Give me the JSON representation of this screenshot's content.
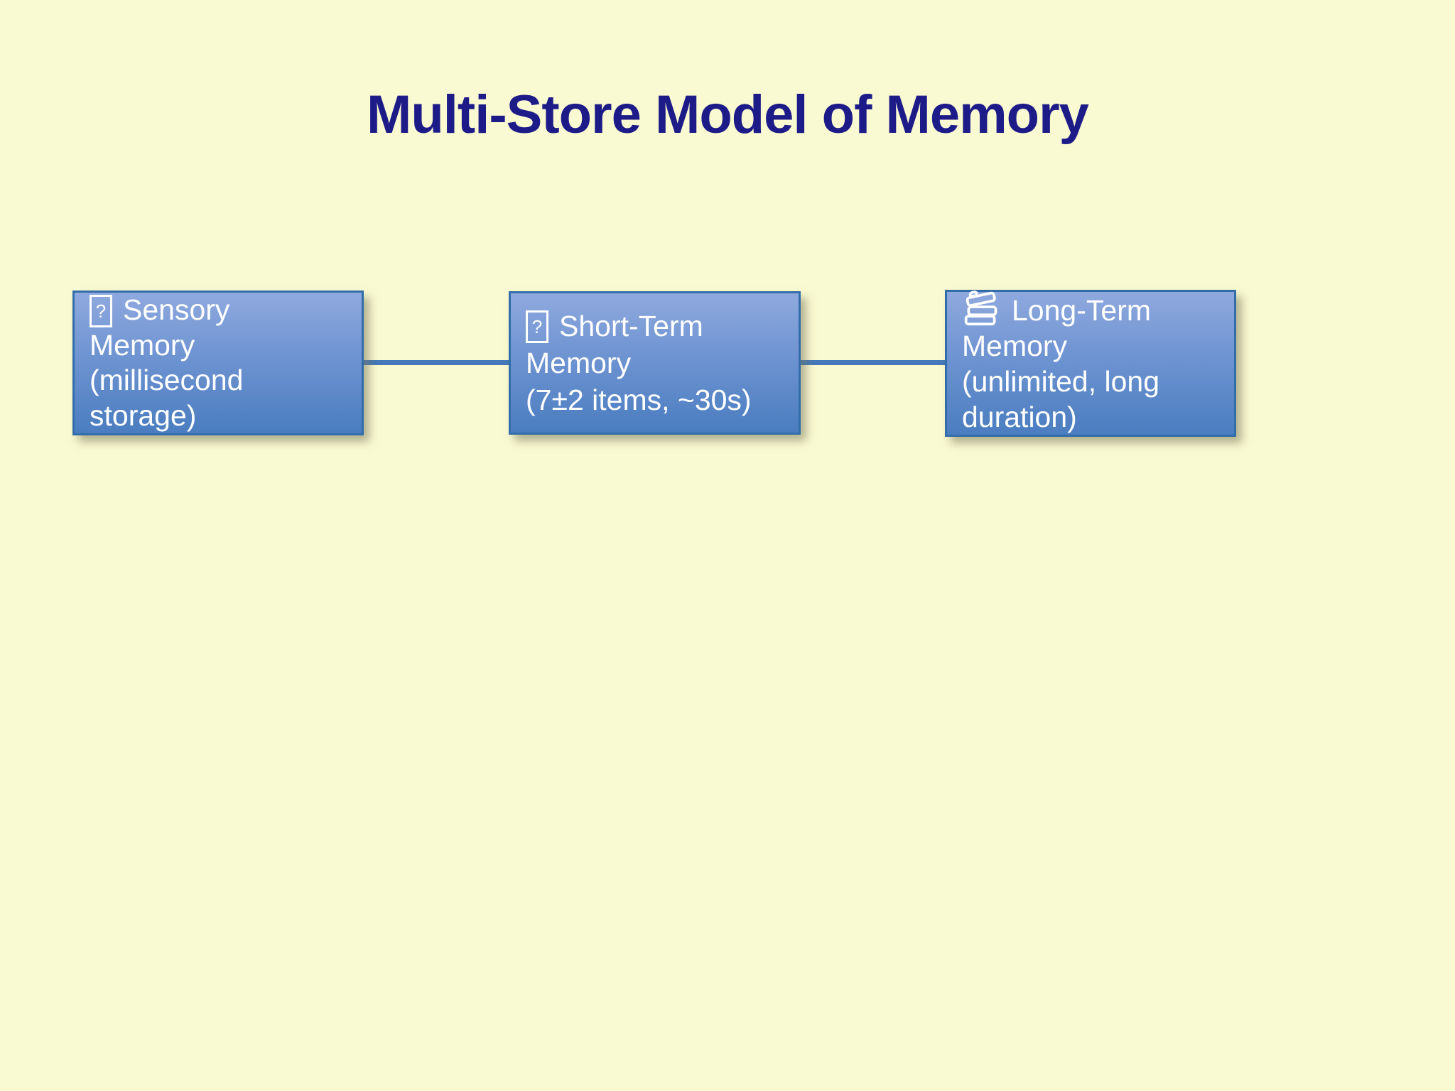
{
  "title": "Multi-Store Model of Memory",
  "colors": {
    "background": "#FAFAD2",
    "title_text": "#1D1B88",
    "box_gradient_top": "#8FA9DE",
    "box_gradient_bottom": "#4A7DC0",
    "box_border": "#336DA9",
    "box_text": "#FFFFFF",
    "connector": "#4478B8"
  },
  "nodes": [
    {
      "name": "sensory-memory",
      "icon": "missing-glyph-icon",
      "icon_char": "?",
      "lines": [
        "Sensory",
        "Memory",
        "(millisecond",
        "storage)"
      ]
    },
    {
      "name": "short-term-memory",
      "icon": "missing-glyph-icon",
      "icon_char": "?",
      "lines": [
        "Short-Term",
        "Memory",
        "(7±2 items, ~30s)"
      ]
    },
    {
      "name": "long-term-memory",
      "icon": "books-icon",
      "lines": [
        "Long-Term",
        "Memory",
        "(unlimited, long",
        "duration)"
      ]
    }
  ],
  "edges": [
    {
      "from": "sensory-memory",
      "to": "short-term-memory"
    },
    {
      "from": "short-term-memory",
      "to": "long-term-memory"
    }
  ]
}
